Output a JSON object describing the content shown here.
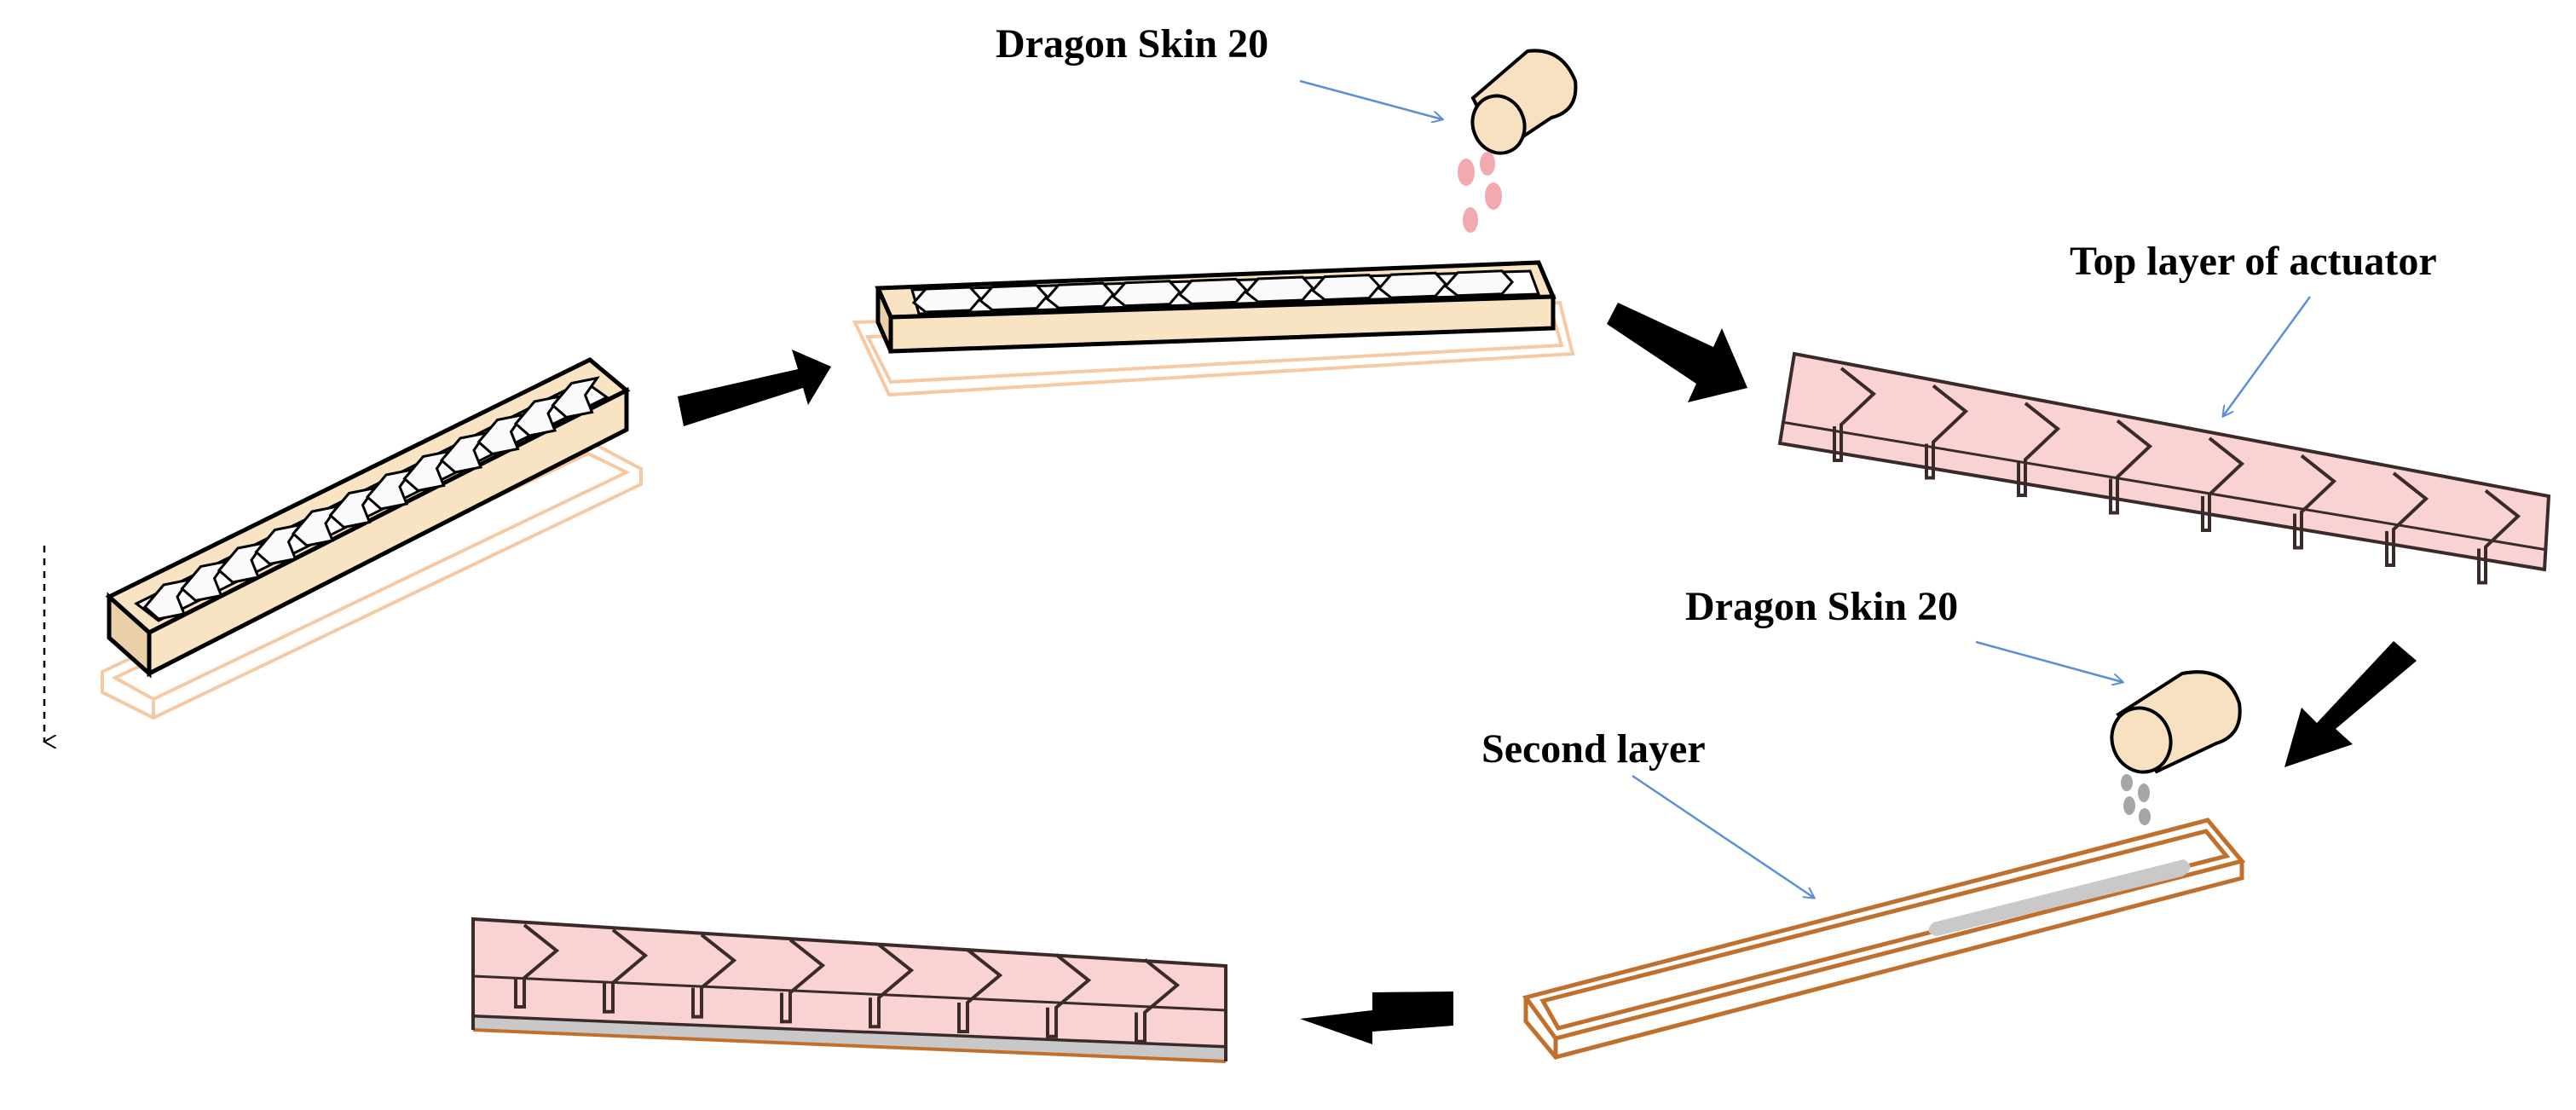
{
  "labels": {
    "dragon_skin_top": "Dragon Skin 20",
    "top_layer": "Top layer of actuator",
    "dragon_skin_bottom": "Dragon Skin 20",
    "second_layer": "Second layer"
  },
  "colors": {
    "mold": "#f8e3c3",
    "mold_outline": "#000000",
    "ghost_outline": "#f6c9a2",
    "actuator": "#f9d3d3",
    "actuator_outline": "#3b2a2a",
    "tray_outline": "#c0702c",
    "pour_pink": "#f3a9b0",
    "pour_gray": "#a6a6a6",
    "pointer": "#5b8fd6",
    "arrow": "#000000"
  },
  "icons": [
    "container-icon",
    "pour-drops",
    "process-arrow",
    "down-arrow"
  ]
}
